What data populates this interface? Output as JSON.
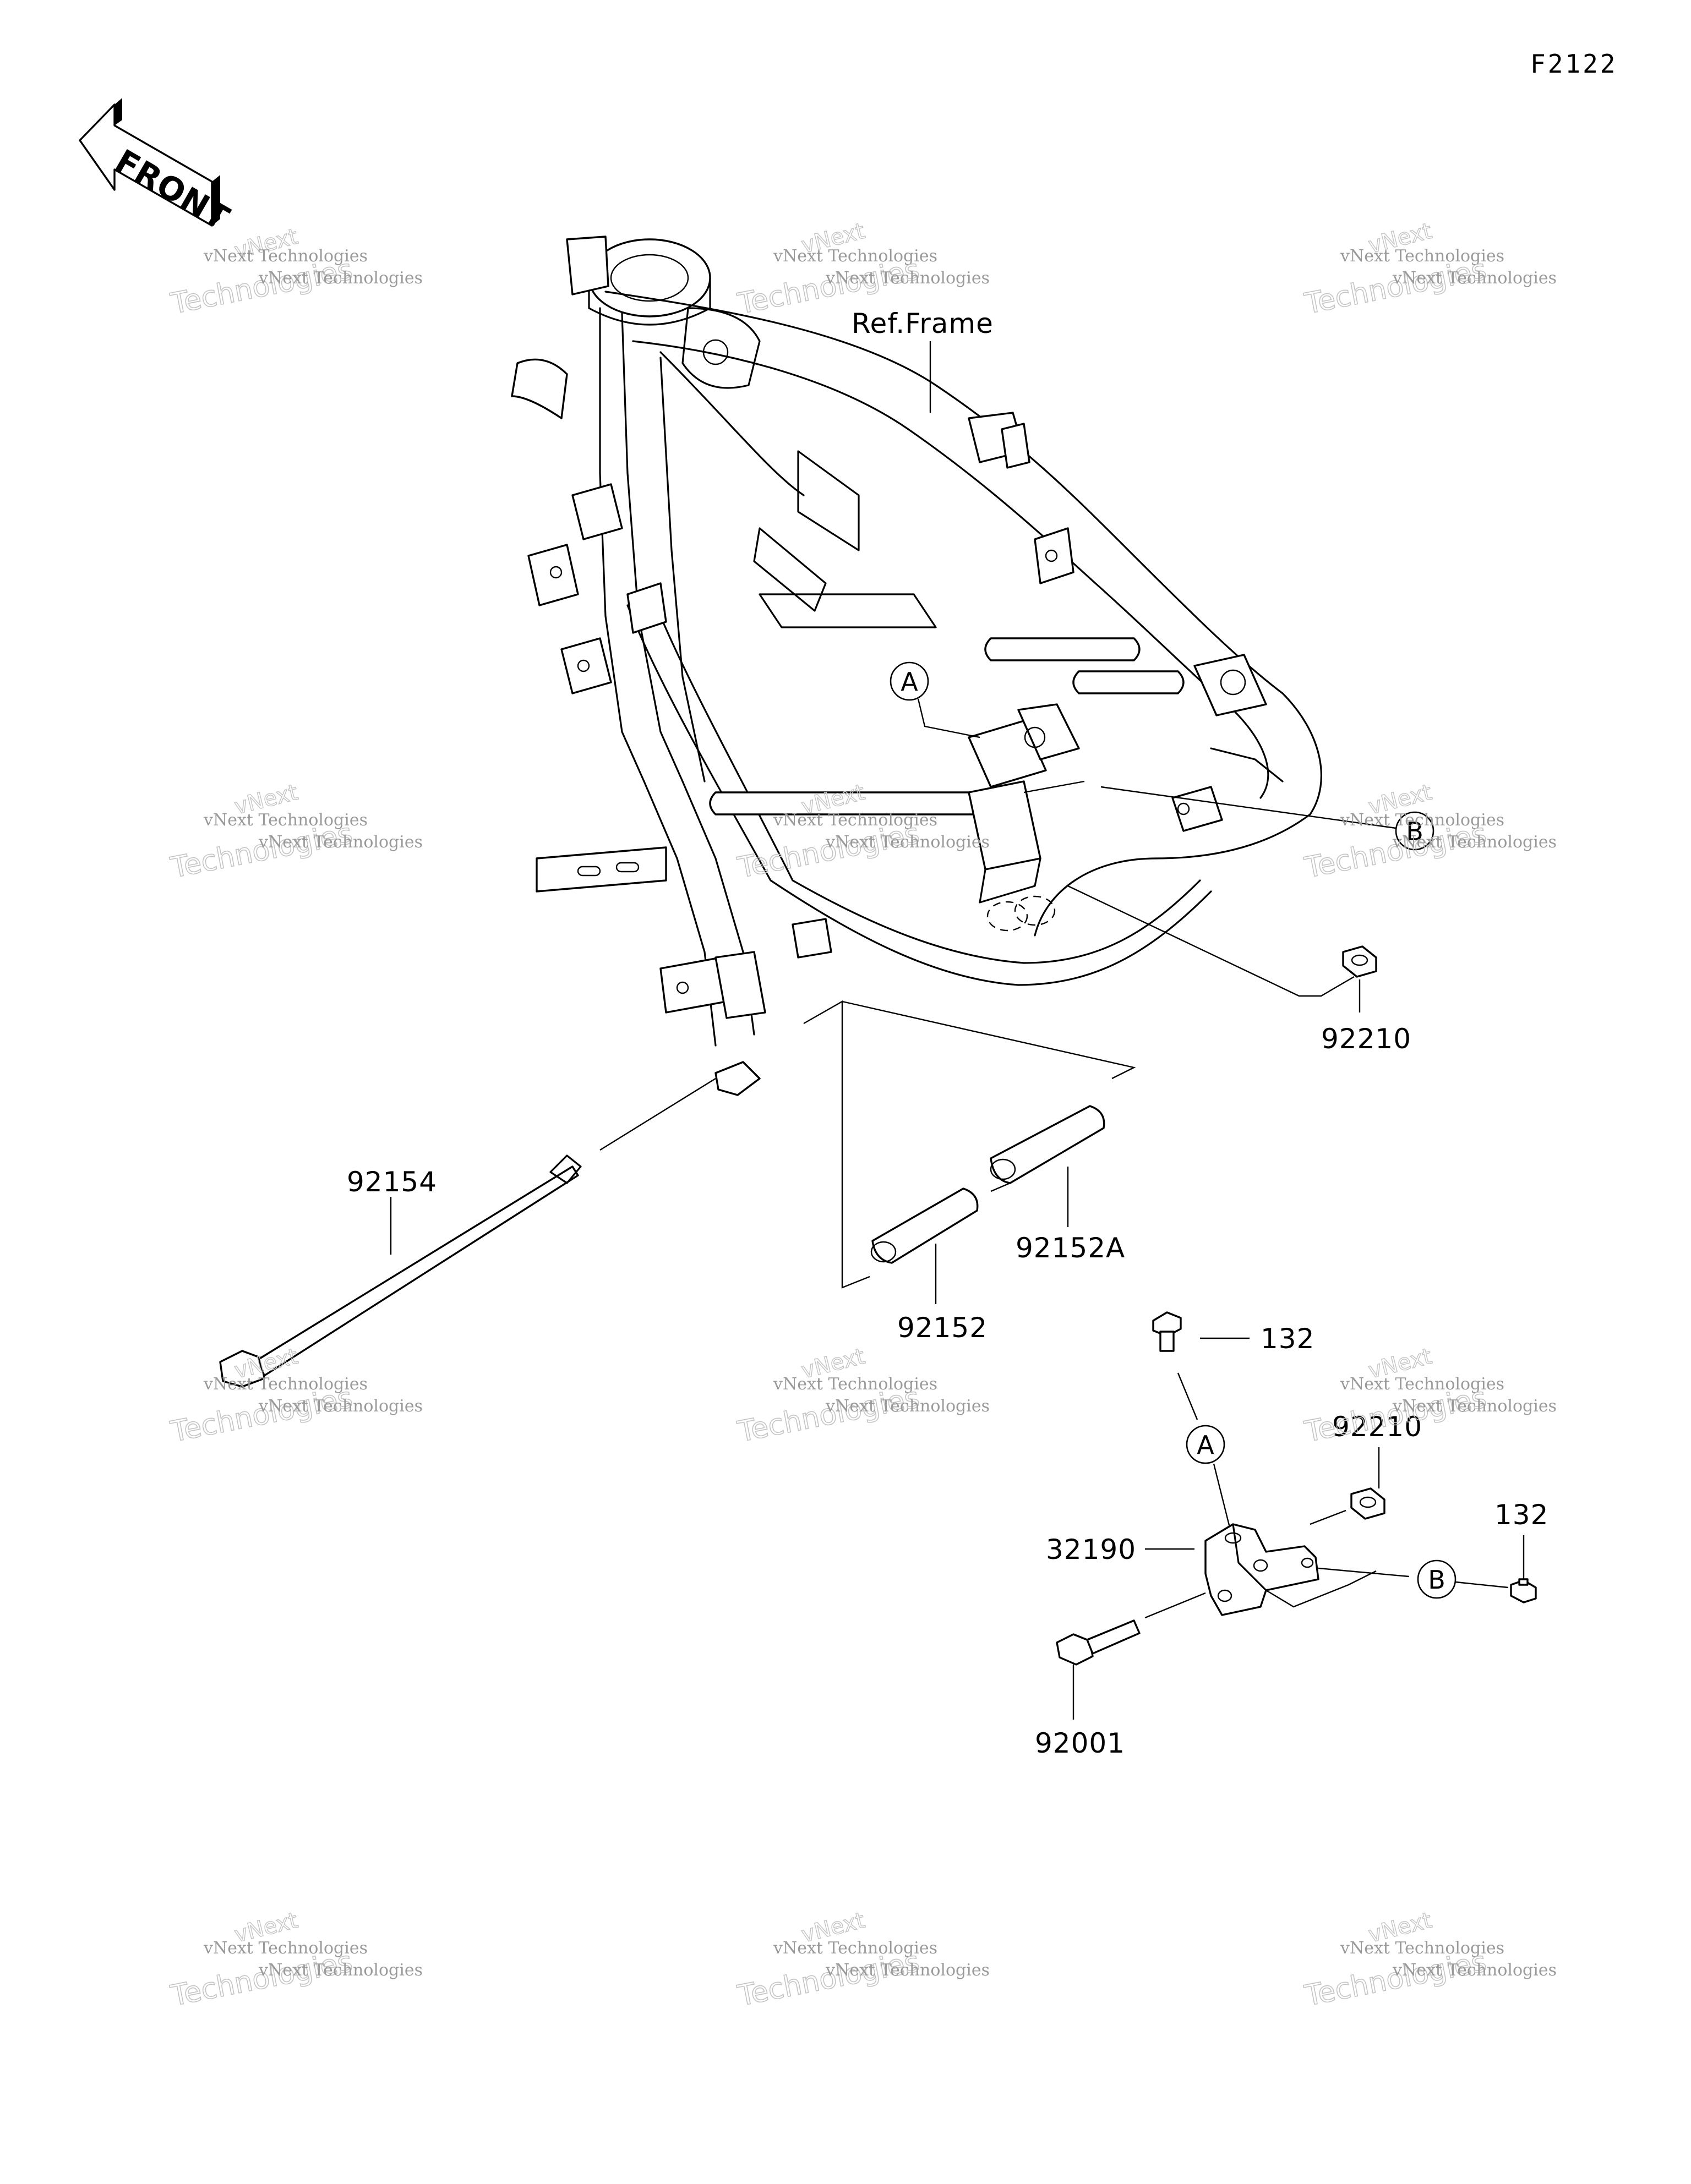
{
  "figure_code": "F2122",
  "front_arrow_text": "FRONT",
  "ref_frame": "Ref.Frame",
  "callouts": {
    "a": "A",
    "b": "B"
  },
  "parts": {
    "p92210_top": "92210",
    "p92154": "92154",
    "p92152A": "92152A",
    "p92152": "92152",
    "p132_top": "132",
    "p92210_low": "92210",
    "p132_right": "132",
    "p32190": "32190",
    "p92001": "92001"
  },
  "watermark": {
    "line1": "vNext Technologies",
    "line2": "Technologies",
    "line3": "vNext"
  }
}
